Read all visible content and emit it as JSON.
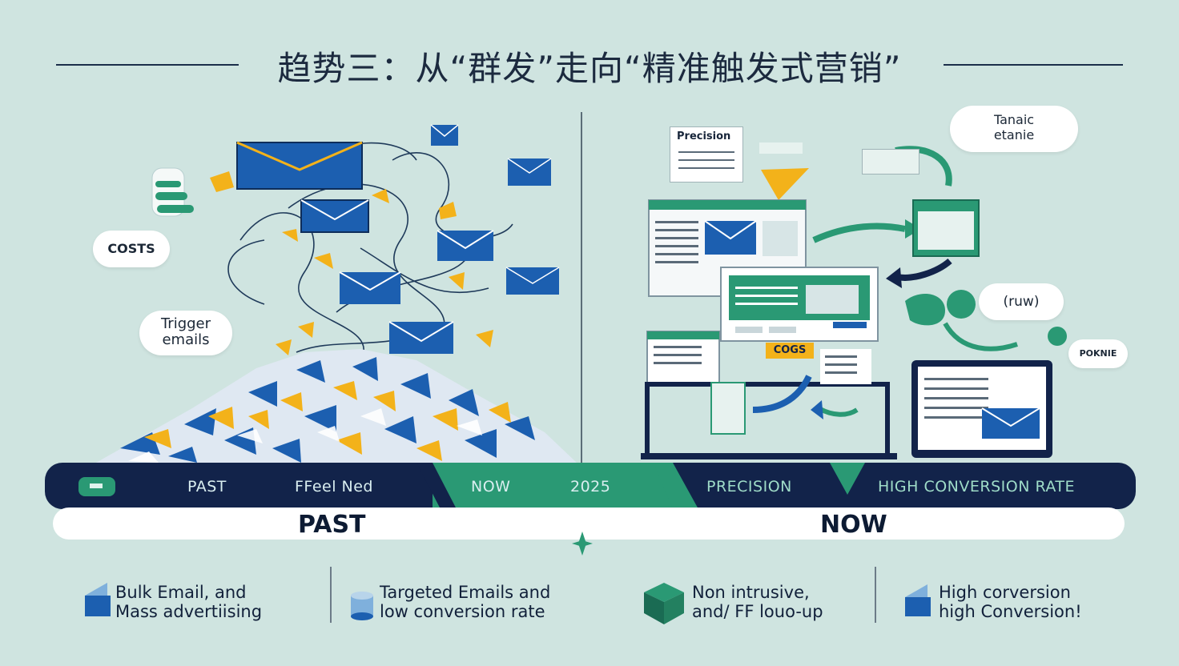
{
  "title": "趋势三：从“群发”走向“精准触发式营销”",
  "left_clouds": {
    "costs": "COSTS",
    "trigger": "Trigger",
    "emails": "emails"
  },
  "right_clouds": {
    "top_line1": "Tanaic",
    "top_line2": "etanie",
    "middle": "(ruw)",
    "small": "POKNIE"
  },
  "right_labels": {
    "precision_doc": "Precision",
    "cogs": "COGS"
  },
  "timeline": {
    "past": "PAST",
    "feed": "FFeel Ned",
    "now": "NOW",
    "year": "2025",
    "precision": "PRECISION",
    "conversion": "HIGH CONVERSION RATE"
  },
  "bar": {
    "past": "PAST",
    "now": "NOW"
  },
  "footer": [
    {
      "line1": "Bulk Email, and",
      "line2": "Mass advertiising",
      "icon": "folder-icon"
    },
    {
      "line1": "Targeted Emails  and",
      "line2": "low conversion rate",
      "icon": "cylinder-icon"
    },
    {
      "line1": "Non intrusive,",
      "line2": "and/ FF louo-up",
      "icon": "cube-icon"
    },
    {
      "line1": "High corversion",
      "line2": "high Conversion!",
      "icon": "folder-icon"
    }
  ],
  "colors": {
    "background": "#cfe4e0",
    "navy": "#12234a",
    "green": "#2a9974",
    "blue": "#1c5fb0",
    "yellow": "#f3b21a"
  }
}
